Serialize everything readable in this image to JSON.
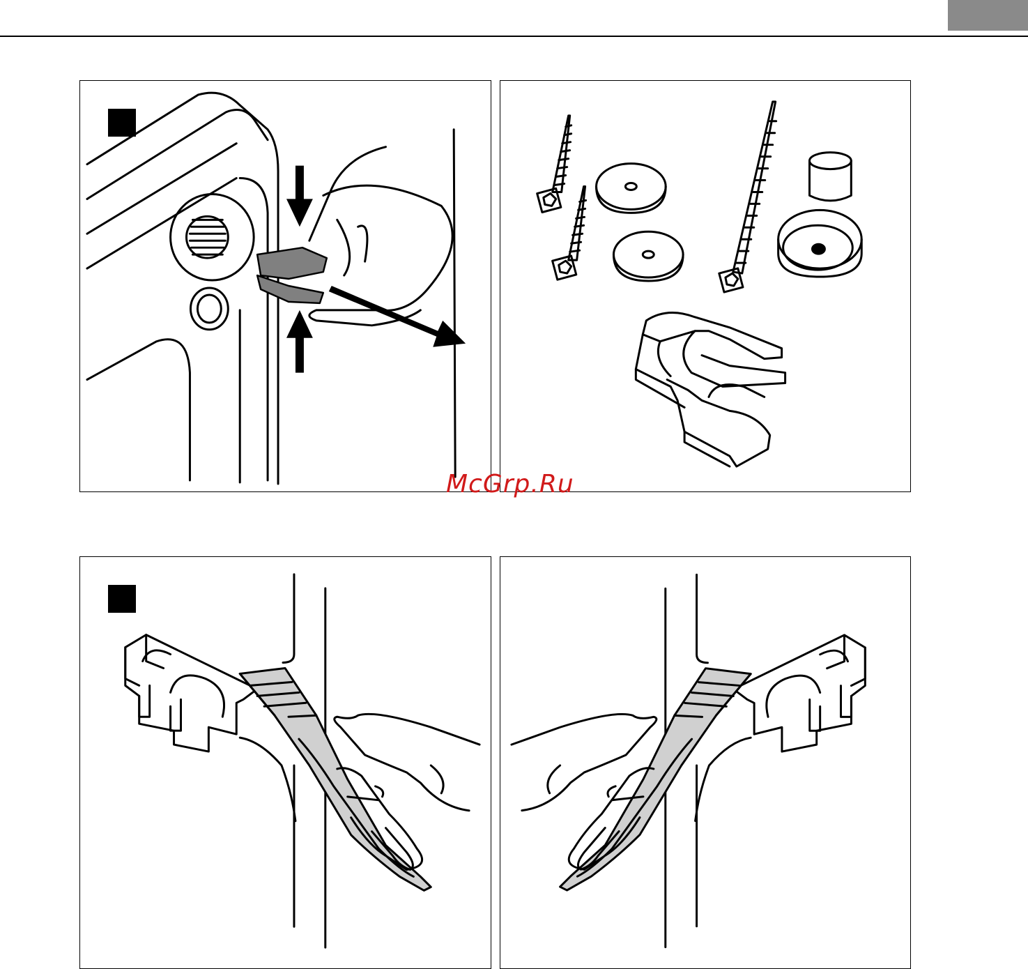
{
  "header": {
    "accent_color": "#8a8a8a"
  },
  "panels": [
    {
      "id": "remove-clip",
      "has_step_marker": true,
      "icons": [
        "appliance-corner-icon",
        "hand-icon",
        "clip-icon",
        "arrow-down-icon",
        "arrow-up-icon",
        "pull-arrow-icon"
      ]
    },
    {
      "id": "mounting-kit",
      "has_step_marker": false,
      "icons": [
        "screw-icon",
        "washer-icon",
        "long-screw-icon",
        "foot-pad-icon",
        "clip-icon"
      ]
    },
    {
      "id": "cut-left",
      "has_step_marker": true,
      "icons": [
        "clip-strip-icon",
        "cutter-knife-icon",
        "hand-icon"
      ]
    },
    {
      "id": "cut-right",
      "has_step_marker": false,
      "icons": [
        "clip-strip-icon",
        "cutter-knife-icon",
        "hand-icon"
      ]
    }
  ],
  "watermark": {
    "text": "McGrp.Ru",
    "color": "#d11a1a"
  }
}
